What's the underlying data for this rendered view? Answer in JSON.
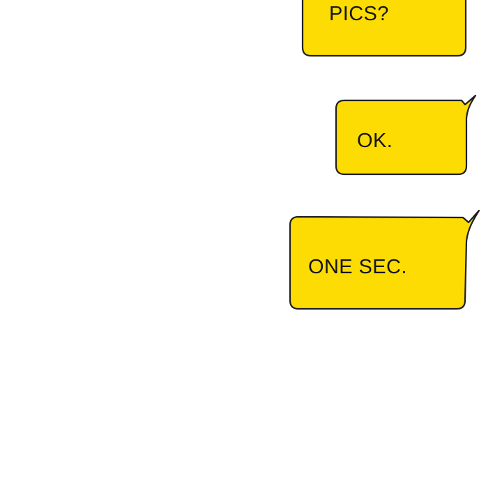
{
  "page": {
    "background_color": "#ffffff",
    "description": "comic chat panel with three yellow speech bubbles"
  },
  "colors": {
    "bubble_fill": "#fcdc03",
    "bubble_stroke": "#1f1f1f",
    "text_color": "#161616"
  },
  "conversation": {
    "bubbles": [
      {
        "name": "pics",
        "text": "PICS?",
        "tail": "none-cropped-top"
      },
      {
        "name": "ok",
        "text": "OK.",
        "tail": "top-right"
      },
      {
        "name": "one-sec",
        "text": "ONE SEC.",
        "tail": "top-right"
      }
    ]
  }
}
